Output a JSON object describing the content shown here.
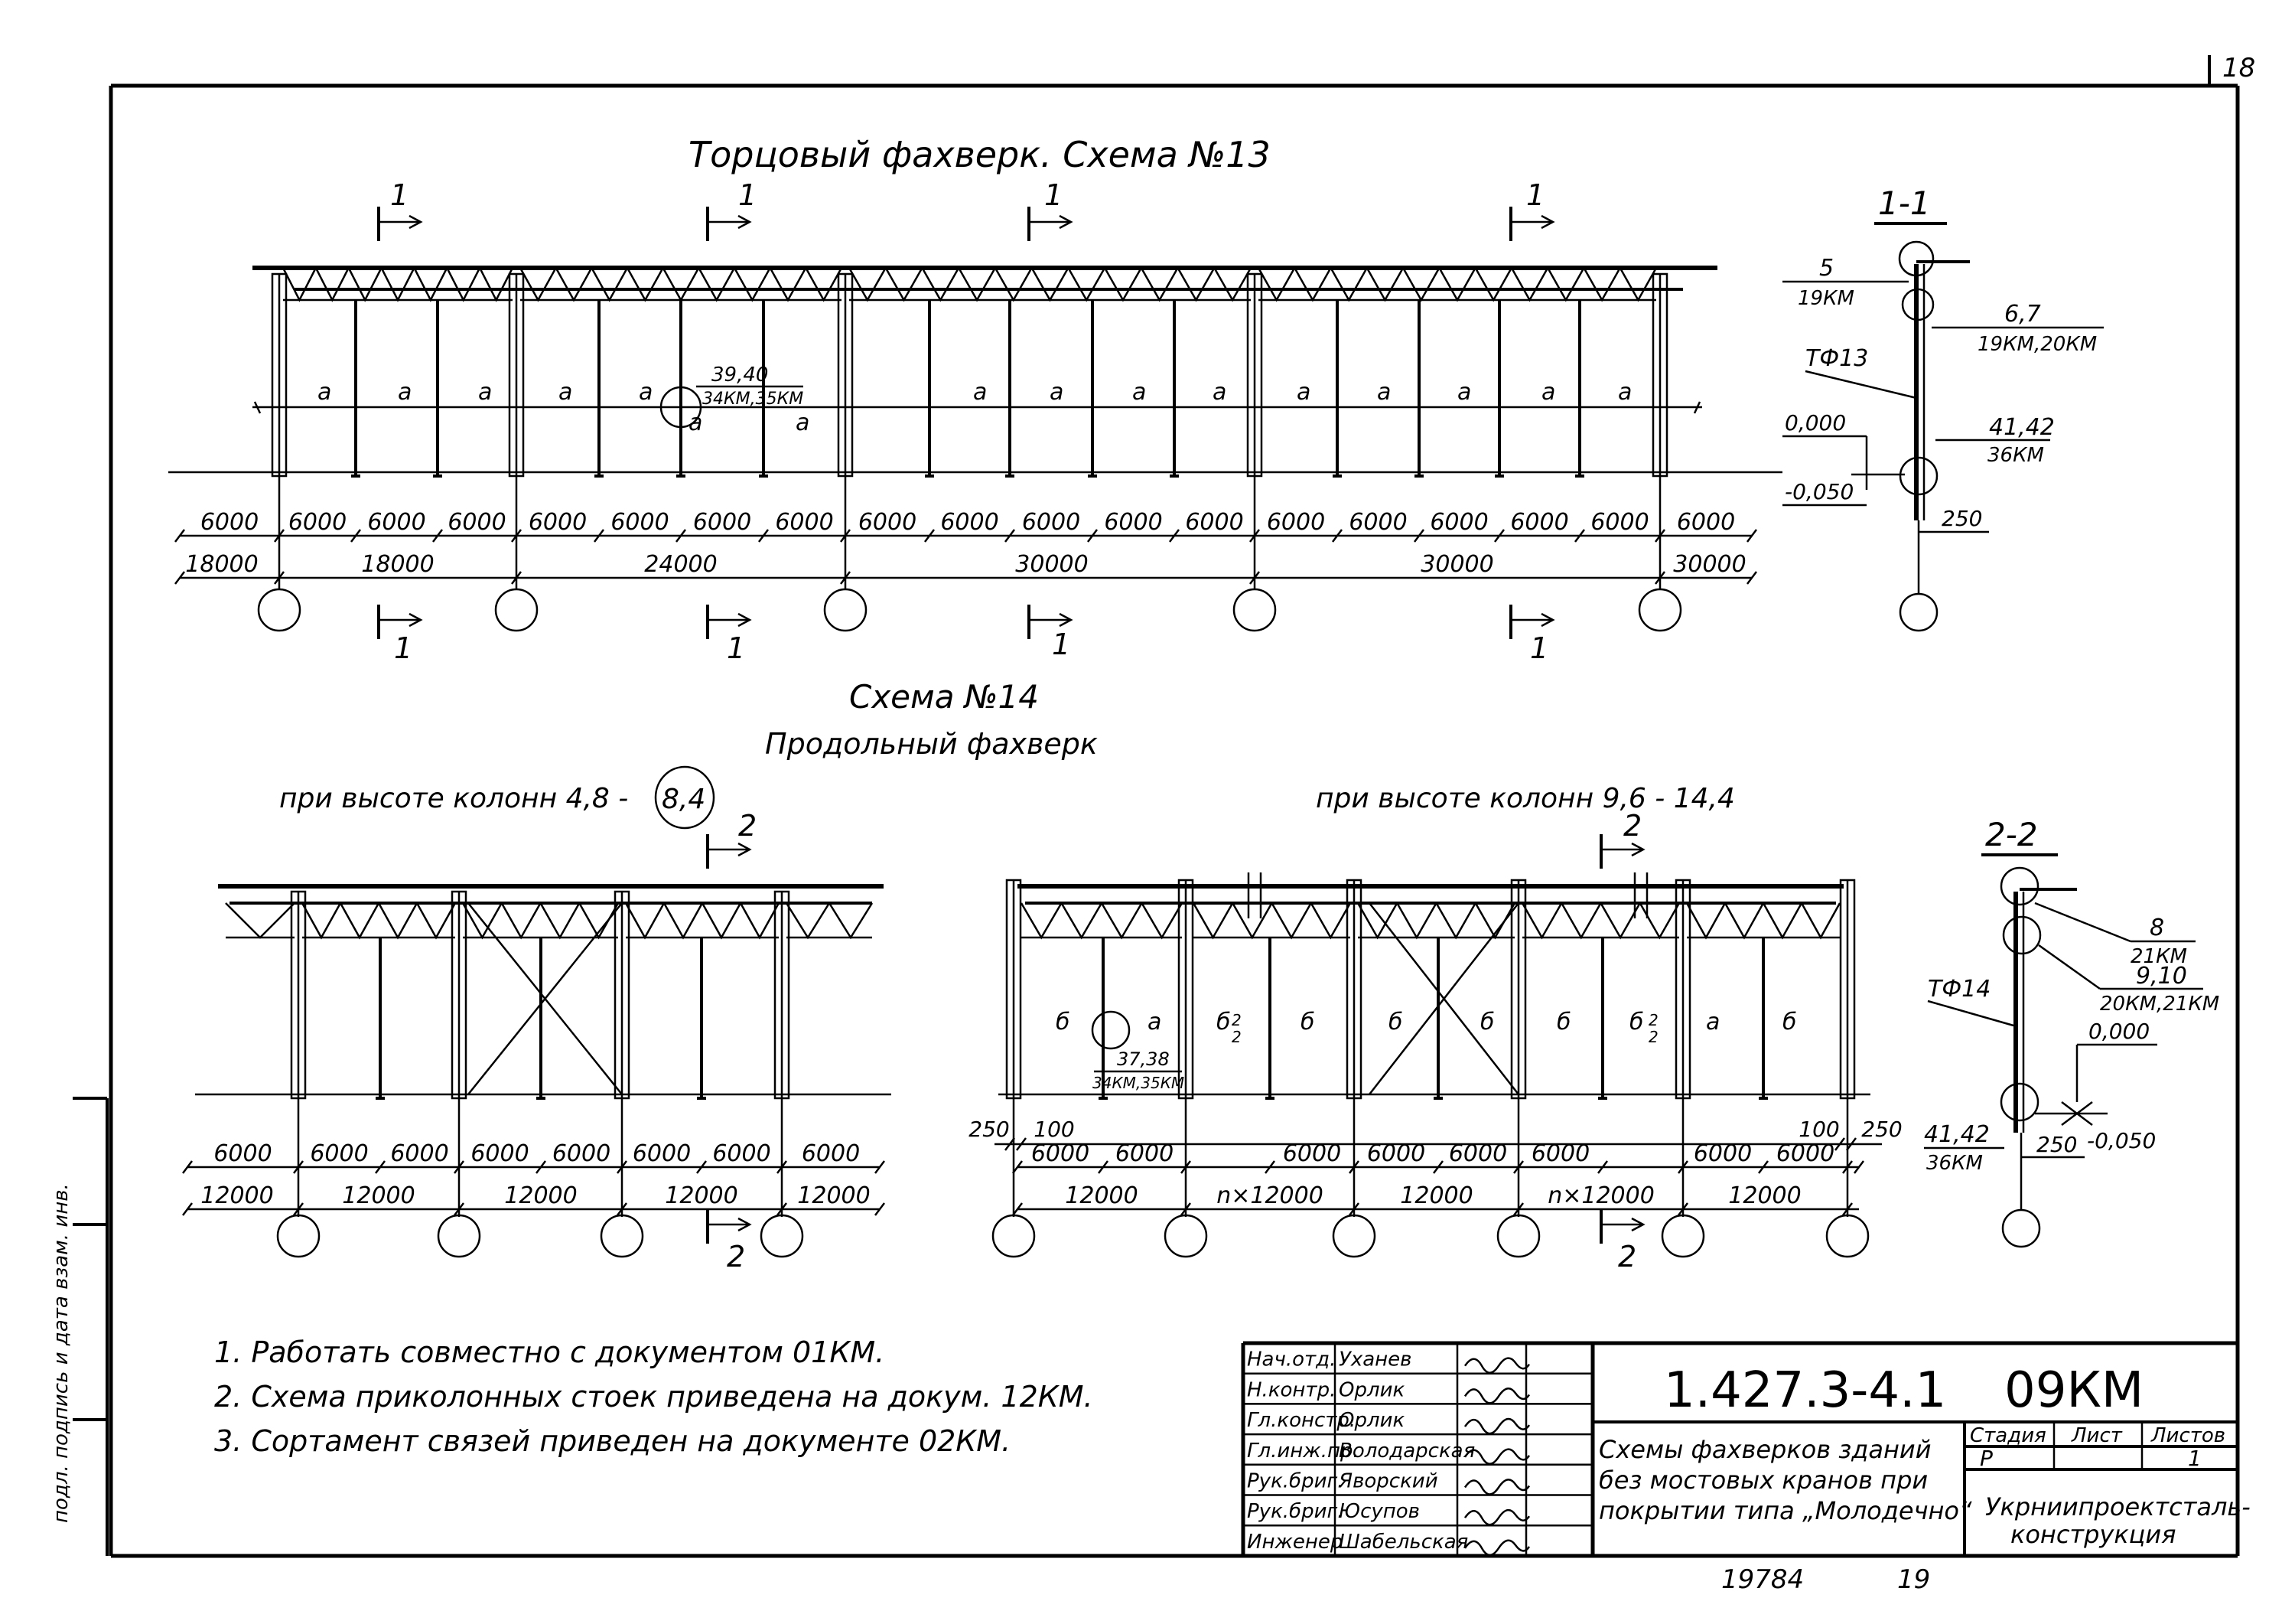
{
  "sheet_corner_number": "18",
  "scheme13": {
    "title": "Торцовый фахверк. Схема №13",
    "section_mark": "1",
    "panel_letter": "а",
    "node_callout_top": "39,40",
    "node_callout_bottom": "34КМ,35КМ",
    "spacings": [
      "6000",
      "6000",
      "6000",
      "6000",
      "6000",
      "6000",
      "6000",
      "6000",
      "6000",
      "6000",
      "6000",
      "6000",
      "6000",
      "6000",
      "6000",
      "6000",
      "6000",
      "6000",
      "6000"
    ],
    "spans": [
      "18000",
      "18000",
      "24000",
      "30000",
      "30000",
      "30000"
    ]
  },
  "section11": {
    "title": "1-1",
    "call1_top": "5",
    "call1_bottom": "19КМ",
    "call2_top": "6,7",
    "call2_bottom": "19КМ,20КМ",
    "post_label": "ТФ13",
    "level_zero": "0,000",
    "level_minus": "-0,050",
    "call3_top": "41,42",
    "call3_bottom": "36КМ",
    "dim": "250"
  },
  "scheme14": {
    "title": "Схема №14",
    "subtitle": "Продольный фахверк",
    "left_caption_prefix": "при высоте колонн 4,8 -",
    "left_caption_circled": "8,4",
    "right_caption": "при высоте колонн 9,6 - 14,4",
    "section_mark": "2",
    "panel_a": "а",
    "panel_b": "б",
    "node_callout_top": "37,38",
    "node_callout_bottom": "34КМ,35КМ",
    "left_spacings": [
      "6000",
      "6000",
      "6000",
      "6000",
      "6000",
      "6000",
      "6000",
      "6000"
    ],
    "left_spans": [
      "12000",
      "12000",
      "12000",
      "12000",
      "12000"
    ],
    "right_edge_dim": "250",
    "right_edge_offset": "100",
    "right_spacings": [
      "6000",
      "6000",
      "6000",
      "6000",
      "6000",
      "6000",
      "6000",
      "6000"
    ],
    "right_spans": [
      "12000",
      "n×12000",
      "12000",
      "n×12000",
      "12000"
    ],
    "small_mark": "2"
  },
  "section22": {
    "title": "2-2",
    "call1_top": "8",
    "call1_bottom": "21КМ",
    "call2_top": "9,10",
    "call2_bottom": "20КМ,21КМ",
    "post_label": "ТФ14",
    "level_zero": "0,000",
    "level_minus": "-0,050",
    "call3_top": "41,42",
    "call3_bottom": "36КМ",
    "dim": "250"
  },
  "notes": [
    "1. Работать совместно с документом 01КМ.",
    "2. Схема приколонных стоек приведена на докум. 12КМ.",
    "3. Сортамент связей приведен на документе 02КМ."
  ],
  "side_stamp": "подл. подпись и дата взам. инв.",
  "title_block": {
    "doc_code": "1.427.3-4.1",
    "doc_suffix": "09КМ",
    "description_lines": [
      "Схемы фахверков зданий",
      "без мостовых кранов при",
      "покрытии типа „Молодечно“"
    ],
    "stage_label": "Стадия",
    "sheet_label": "Лист",
    "sheets_label": "Листов",
    "stage": "Р",
    "sheet": "",
    "sheets": "1",
    "org_lines": [
      "Укрниипроектсталь-",
      "конструкция"
    ],
    "roles": [
      {
        "role": "Нач.отд.",
        "name": "Уханев"
      },
      {
        "role": "Н.контр.",
        "name": "Орлик"
      },
      {
        "role": "Гл.констр.",
        "name": "Орлик"
      },
      {
        "role": "Гл.инж.пр.",
        "name": "Володарская"
      },
      {
        "role": "Рук.бриг.",
        "name": "Яворский"
      },
      {
        "role": "Рук.бриг.",
        "name": "Юсупов"
      },
      {
        "role": "Инженер",
        "name": "Шабельская"
      }
    ]
  },
  "footer_number": "19784",
  "footer_page": "19"
}
